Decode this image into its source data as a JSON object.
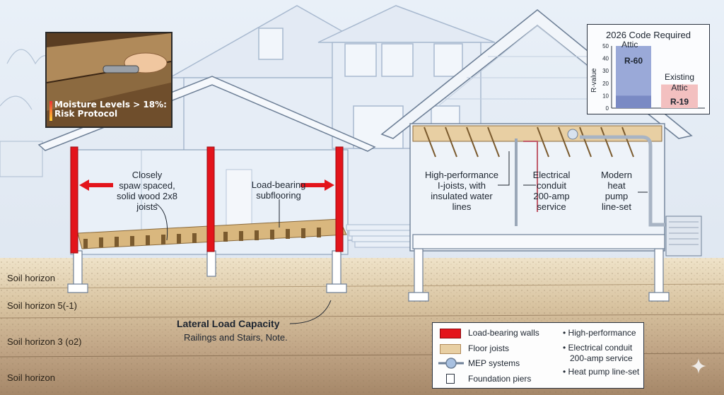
{
  "inset": {
    "caption_line1": "Moisture Levels > 18%:",
    "caption_line2": "Risk Protocol"
  },
  "rvalue_chart": {
    "title": "2026 Code Required",
    "ylabel": "R-value",
    "ticks": [
      "50",
      "40",
      "30",
      "20",
      "10",
      "0"
    ],
    "bars": [
      {
        "top_label": "Attic",
        "value_label": "R-60",
        "value": 60,
        "color": "#9aa9d8",
        "accent": "#7a8ac4"
      },
      {
        "top_label": "Existing Attic",
        "value_label": "R-19",
        "value": 19,
        "color": "#f3c0c0",
        "accent": "#f3c0c0"
      }
    ],
    "ylim": [
      0,
      50
    ]
  },
  "labels": {
    "joists": [
      "Closely",
      "spaw spaced,",
      "solid wood 2x8",
      "joists"
    ],
    "subfloor": [
      "Load-bearing",
      "subflooring"
    ],
    "ijoists": [
      "High-performance",
      "I-joists, with",
      "insulated water",
      "lines"
    ],
    "conduit": [
      "Electrical",
      "conduit",
      "200-amp",
      "service"
    ],
    "heatpump": [
      "Modern",
      "heat",
      "pump",
      "line-set"
    ],
    "lateral_title": "Lateral Load Capacity",
    "lateral_sub": "Railings and Stairs, Note."
  },
  "soil": [
    "Soil horizon",
    "Soil horizon 5(-1)",
    "Soil horizon 3 (o2)",
    "Soil horizon"
  ],
  "legend": {
    "left": [
      {
        "label": "Load-bearing walls",
        "icon": "red-wall-swatch",
        "color": "#e3141b"
      },
      {
        "label": "Floor joists",
        "icon": "tan-joist-swatch",
        "color": "#e8cfa3"
      },
      {
        "label": "MEP systems",
        "icon": "pipe-connector-icon",
        "color": "#a8c0e0"
      },
      {
        "label": "Foundation piers",
        "icon": "pier-square-icon",
        "color": "#ffffff"
      }
    ],
    "right": [
      "• High-performance",
      "• Electrical conduit",
      "200-amp service",
      "• Heat pump line-set"
    ]
  },
  "colors": {
    "wall_red": "#e3141b",
    "joist_tan": "#d9b77e",
    "soil_top": "#efe2c8",
    "soil_mid": "#c9b190",
    "soil_bottom": "#a6896a",
    "blueprint": "#c6d4e6"
  }
}
